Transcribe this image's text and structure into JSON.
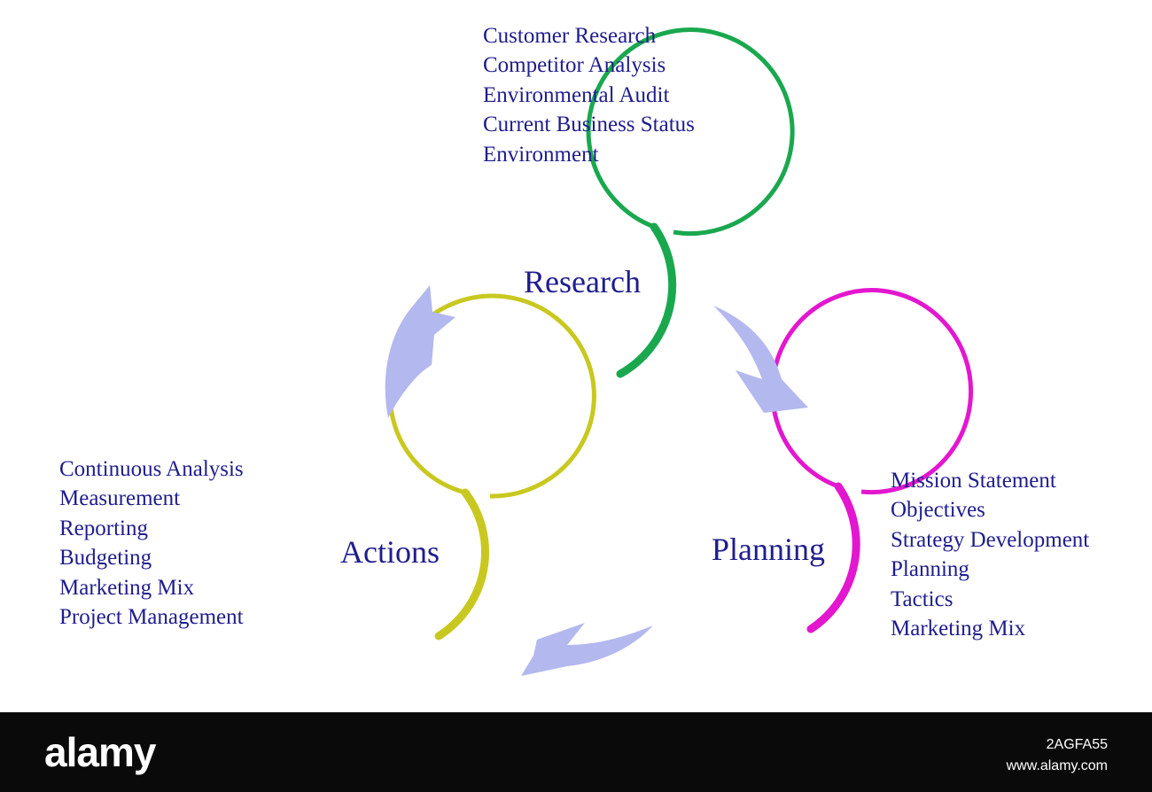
{
  "nodes": {
    "research": {
      "label": "Research",
      "color": "#1aa84f",
      "items": [
        "Customer Research",
        "Competitor Analysis",
        "Environmental Audit",
        "Current Business Status",
        "Environment"
      ]
    },
    "planning": {
      "label": "Planning",
      "color": "#e317cf",
      "items": [
        "Mission Statement",
        "Objectives",
        "Strategy Development",
        "Planning",
        "Tactics",
        "Marketing Mix"
      ]
    },
    "actions": {
      "label": "Actions",
      "color": "#c9c820",
      "items": [
        "Continuous Analysis",
        "Measurement",
        "Reporting",
        "Budgeting",
        "Marketing Mix",
        "Project Management"
      ]
    }
  },
  "arrow_color": "#b3b8ef",
  "text_color": "#1f1d8c",
  "footer": {
    "logo": "alamy",
    "image_id": "2AGFA55",
    "url": "www.alamy.com"
  }
}
